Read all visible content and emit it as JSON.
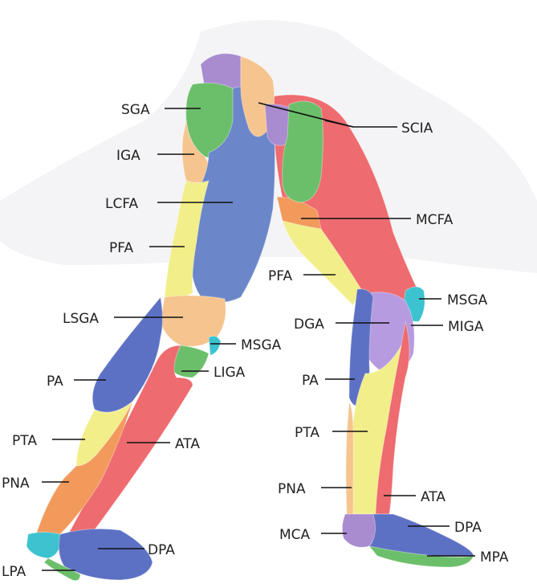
{
  "colors": {
    "green": "#6cbf6a",
    "peach": "#f6c48e",
    "blue": "#6b87c9",
    "yellow": "#f2ee8a",
    "red": "#ee6b6f",
    "orange": "#f29a5c",
    "purple": "#a98bd0",
    "lilac": "#b79be0",
    "teal": "#3cc3cf",
    "indigo": "#5d71c4"
  },
  "labels": {
    "sga": "SGA",
    "iga": "IGA",
    "lcfa": "LCFA",
    "pfa_left": "PFA",
    "lsga": "LSGA",
    "msga_left": "MSGA",
    "liga": "LIGA",
    "pa_left": "PA",
    "pta_left": "PTA",
    "ata_left": "ATA",
    "pna_left": "PNA",
    "dpa_left": "DPA",
    "lpa": "LPA",
    "scia": "SCIA",
    "mcfa": "MCFA",
    "pfa_right": "PFA",
    "msga_right": "MSGA",
    "dga": "DGA",
    "miga": "MIGA",
    "pa_right": "PA",
    "pta_right": "PTA",
    "pna_right": "PNA",
    "ata_right": "ATA",
    "mca": "MCA",
    "dpa_right": "DPA",
    "mpa": "MPA"
  }
}
